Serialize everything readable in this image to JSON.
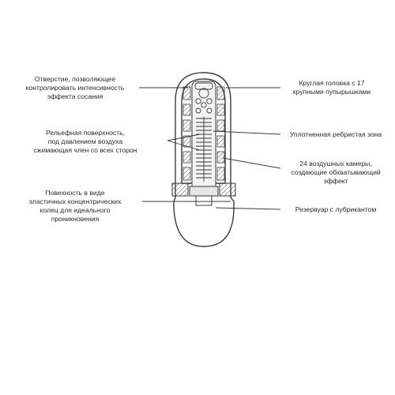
{
  "labels": {
    "left": [
      "Отверстие, позволяющее\nконтролировать интенсивность\nэффекта сосания",
      "Рельефная поверхность,\nпод давлением воздуха\nсжимающая член со всех сторон",
      "Повехность в виде\nэластичных концентрических\nколец для идеального\nпроникновения"
    ],
    "right": [
      "Круглая головка с 17\nкрупными пупырышками",
      "Уплотненная ребристая зона",
      "24 воздушных камеры,\nсоздающие обхватывающий\nэффект",
      "Резервуар с лубрикантом"
    ]
  },
  "colors": {
    "stroke": "#3a3a3a",
    "text": "#2a2a2a",
    "background": "#ffffff"
  }
}
